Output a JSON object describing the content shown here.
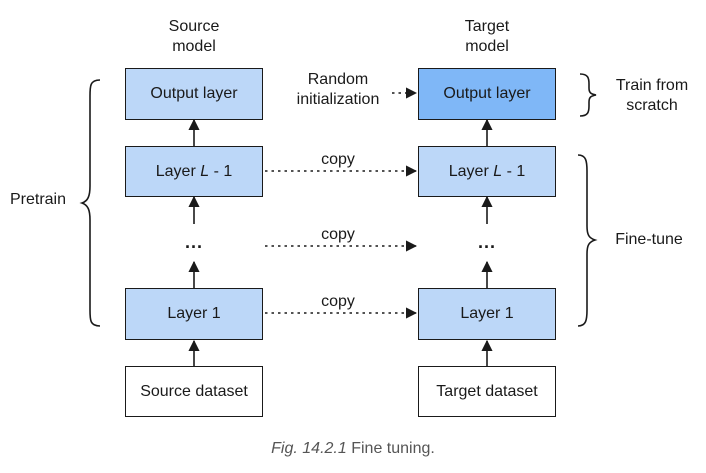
{
  "source_header": {
    "line1": "Source",
    "line2": "model"
  },
  "target_header": {
    "line1": "Target",
    "line2": "model"
  },
  "source": {
    "output": "Output layer",
    "layer_l_prefix": "Layer ",
    "layer_l_var": "L",
    "layer_l_suffix": " - 1",
    "ellipsis": "...",
    "layer1": "Layer 1",
    "dataset": "Source dataset"
  },
  "target": {
    "output": "Output layer",
    "layer_l_prefix": "Layer ",
    "layer_l_var": "L",
    "layer_l_suffix": " - 1",
    "ellipsis": "...",
    "layer1": "Layer 1",
    "dataset": "Target dataset"
  },
  "random_init": {
    "line1": "Random",
    "line2": "initialization"
  },
  "copy_labels": [
    "copy",
    "copy",
    "copy"
  ],
  "pretrain": "Pretrain",
  "train_scratch": {
    "line1": "Train from",
    "line2": "scratch"
  },
  "fine_tune": "Fine-tune",
  "caption": {
    "fig": "Fig. 14.2.1",
    "text": " Fine tuning."
  },
  "colors": {
    "light_box": "#bcd7f8",
    "dark_box": "#7fb7f7",
    "stroke": "#1a1a1a"
  }
}
